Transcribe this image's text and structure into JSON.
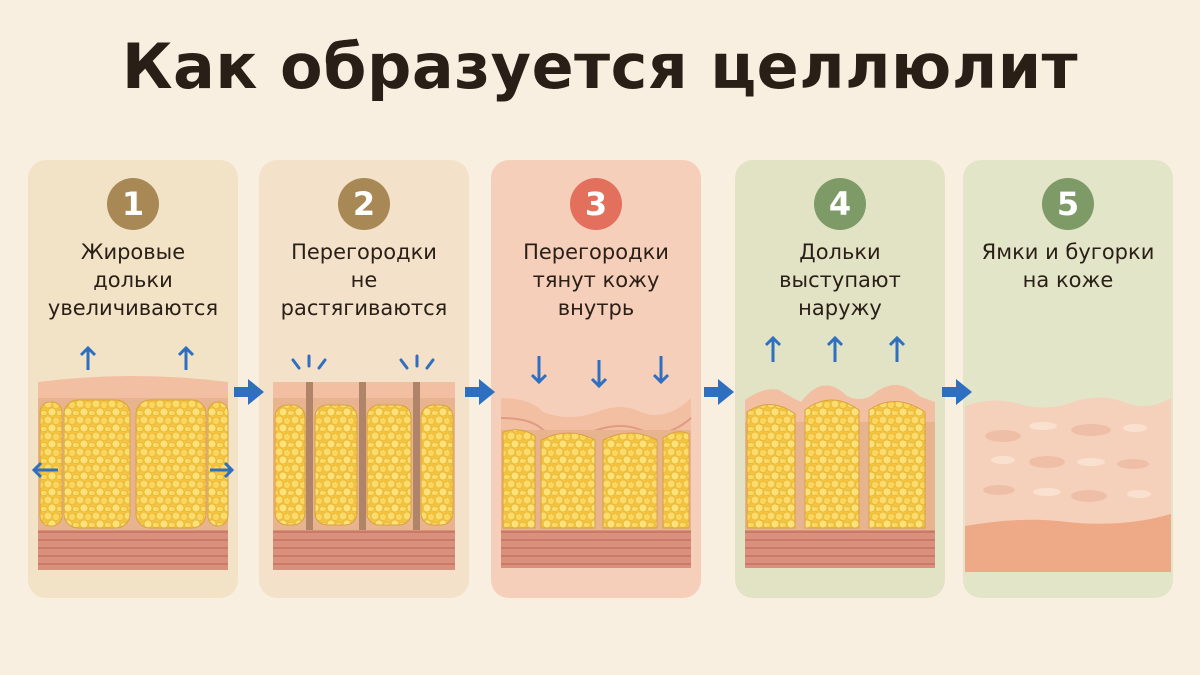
{
  "title": "Как образуется целлюлит",
  "steps": [
    {
      "number": "1",
      "caption": "Жировые\nдольки\nувеличиваются"
    },
    {
      "number": "2",
      "caption": "Перегородки\nне\nрастягиваются"
    },
    {
      "number": "3",
      "caption": "Перегородки\nтянут кожу\nвнутрь"
    },
    {
      "number": "4",
      "caption": "Дольки\nвыступают\nнаружу"
    },
    {
      "number": "5",
      "caption": "Ямки и бугорки\nна коже"
    }
  ],
  "colors": {
    "background": "#f8efe0",
    "fat": "#f7cf4f",
    "skin": "#f3bfa3",
    "muscle": "#d98f7c",
    "arrow": "#2f6fc0",
    "accent_brown": "#a88955",
    "accent_red": "#e3705d",
    "accent_green": "#7e9a67"
  },
  "icons": [
    "arrow-up-icon",
    "arrow-down-icon",
    "arrow-left-icon",
    "arrow-right-icon",
    "stretch-lines-icon"
  ]
}
